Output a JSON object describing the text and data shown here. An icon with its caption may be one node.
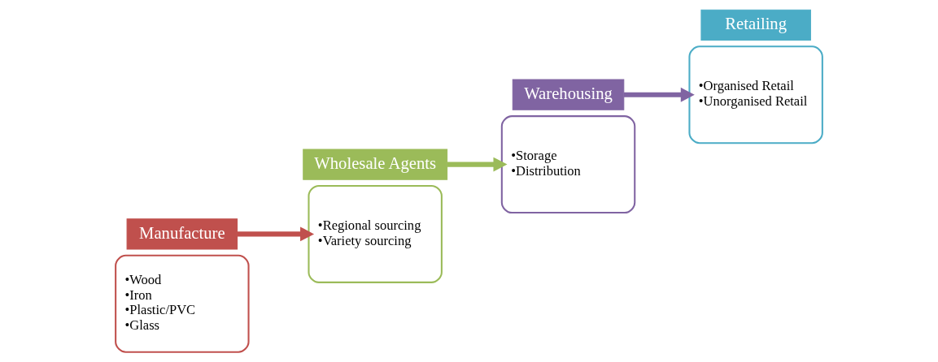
{
  "diagram": {
    "nodes": [
      {
        "text": [
          "•Wood",
          "•Iron",
          "•Plastic/PVC",
          "•Glass"
        ]
      },
      {
        "text": [
          "Manufacture"
        ]
      },
      {
        "text": [
          "Wholesale Agents"
        ]
      },
      {
        "text": [
          "•Regional sourcing",
          "•Variety sourcing"
        ]
      },
      {
        "text": [
          "•Storage",
          "•Distribution"
        ]
      },
      {
        "text": [
          "Warehousing"
        ]
      },
      {
        "text": [
          "Retailing"
        ]
      },
      {
        "text": [
          "•Organised Retail",
          "•Unorganised Retail"
        ]
      }
    ],
    "edges": [
      {
        "from": 1,
        "to": 3,
        "arrow": "to",
        "color": "#c0504d"
      },
      {
        "from": 2,
        "to": 4,
        "arrow": "to",
        "color": "#9bbb59"
      },
      {
        "from": 5,
        "to": 7,
        "arrow": "to",
        "color": "#8064a2"
      }
    ]
  }
}
